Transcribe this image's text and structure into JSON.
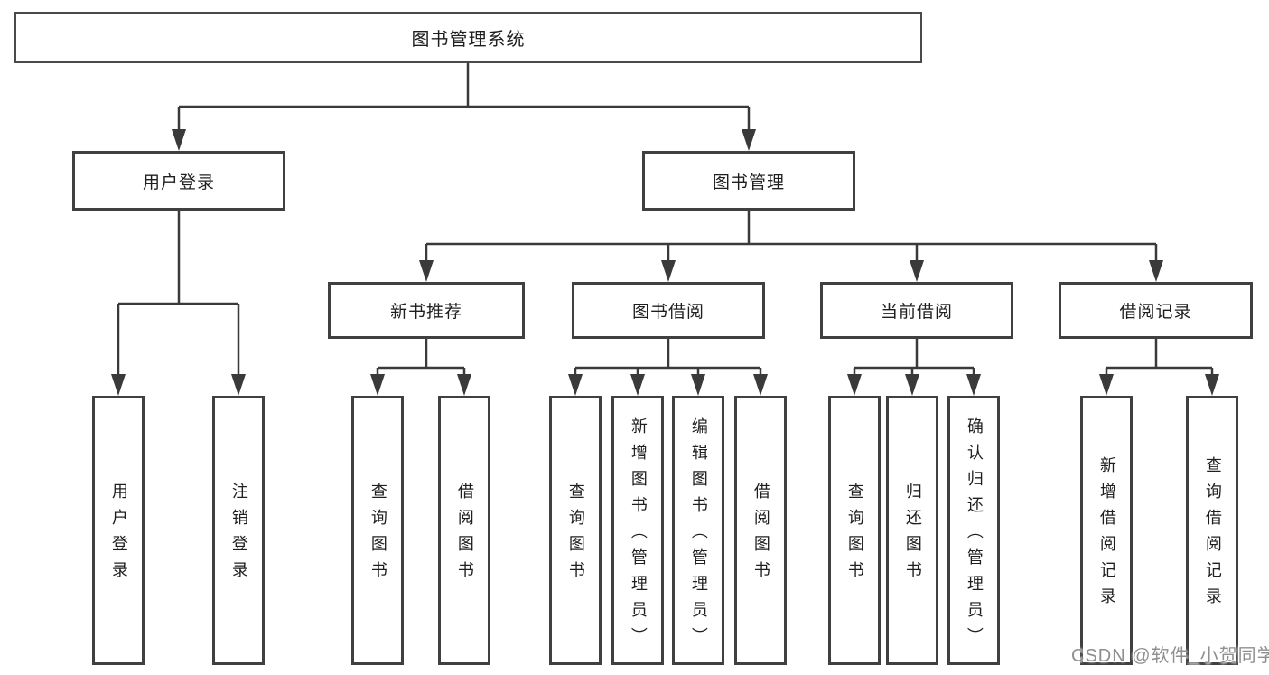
{
  "colors": {
    "background": "#ffffff",
    "line": "#3a3a3a",
    "box_border": "#404040",
    "text": "#1f1f1f",
    "watermark": "#8f8f8f"
  },
  "watermark": {
    "text": "CSDN @软件_小贺同学"
  },
  "diagram": {
    "type": "tree",
    "root": {
      "label": "图书管理系统",
      "children": [
        {
          "label": "用户登录",
          "children": [
            {
              "label": "用户登录"
            },
            {
              "label": "注销登录"
            }
          ]
        },
        {
          "label": "图书管理",
          "children": [
            {
              "label": "新书推荐",
              "children": [
                {
                  "label": "查询图书"
                },
                {
                  "label": "借阅图书"
                }
              ]
            },
            {
              "label": "图书借阅",
              "children": [
                {
                  "label": "查询图书"
                },
                {
                  "label": "新增图书（管理员）"
                },
                {
                  "label": "编辑图书（管理员）"
                },
                {
                  "label": "借阅图书"
                }
              ]
            },
            {
              "label": "当前借阅",
              "children": [
                {
                  "label": "查询图书"
                },
                {
                  "label": "归还图书"
                },
                {
                  "label": "确认归还（管理员）"
                }
              ]
            },
            {
              "label": "借阅记录",
              "children": [
                {
                  "label": "新增借阅记录"
                },
                {
                  "label": "查询借阅记录"
                }
              ]
            }
          ]
        }
      ]
    }
  }
}
